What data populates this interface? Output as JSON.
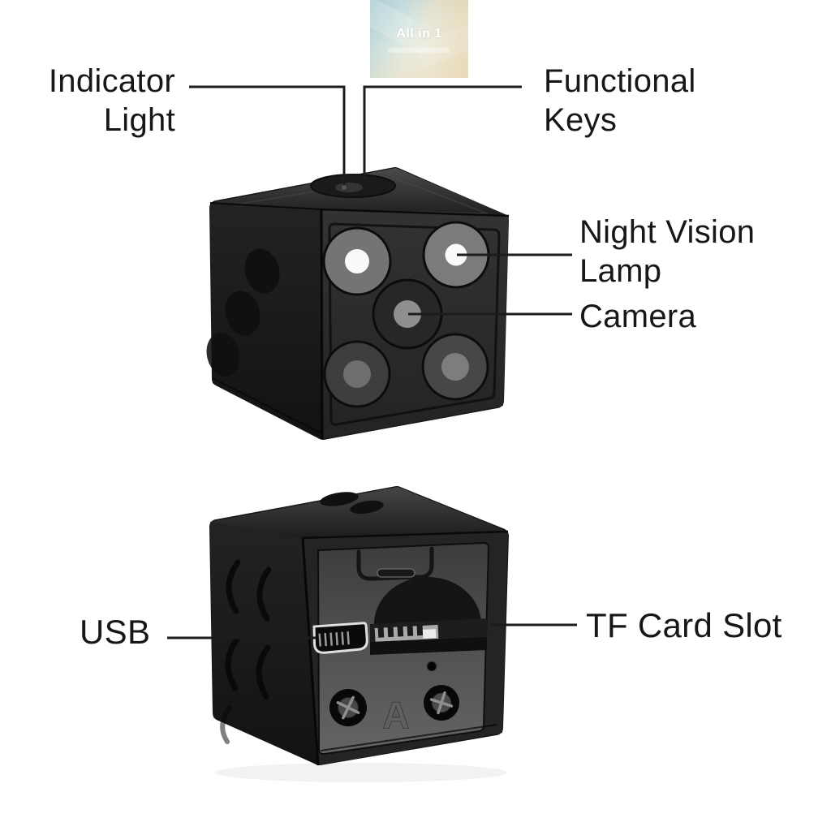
{
  "badge": {
    "title": "All in 1"
  },
  "labels": {
    "indicator_light": {
      "line1": "Indicator",
      "line2": "Light"
    },
    "functional_keys": {
      "line1": "Functional",
      "line2": "Keys"
    },
    "night_vision_lamp": {
      "line1": "Night Vision",
      "line2": "Lamp"
    },
    "camera": {
      "text": "Camera"
    },
    "usb": {
      "text": "USB"
    },
    "tf_card_slot": {
      "text": "TF Card Slot"
    }
  },
  "device": {
    "emboss_letter": "A"
  },
  "colors": {
    "background": "#ffffff",
    "label_text": "#171717",
    "connector_line": "#1c1c1c",
    "cube_body": "#1a1a1a",
    "back_panel": "#4f4f4f",
    "night_vision_lamp_center": "#fafafa",
    "camera_lens": "#8f8f8f",
    "badge_text": "#ffffff"
  }
}
